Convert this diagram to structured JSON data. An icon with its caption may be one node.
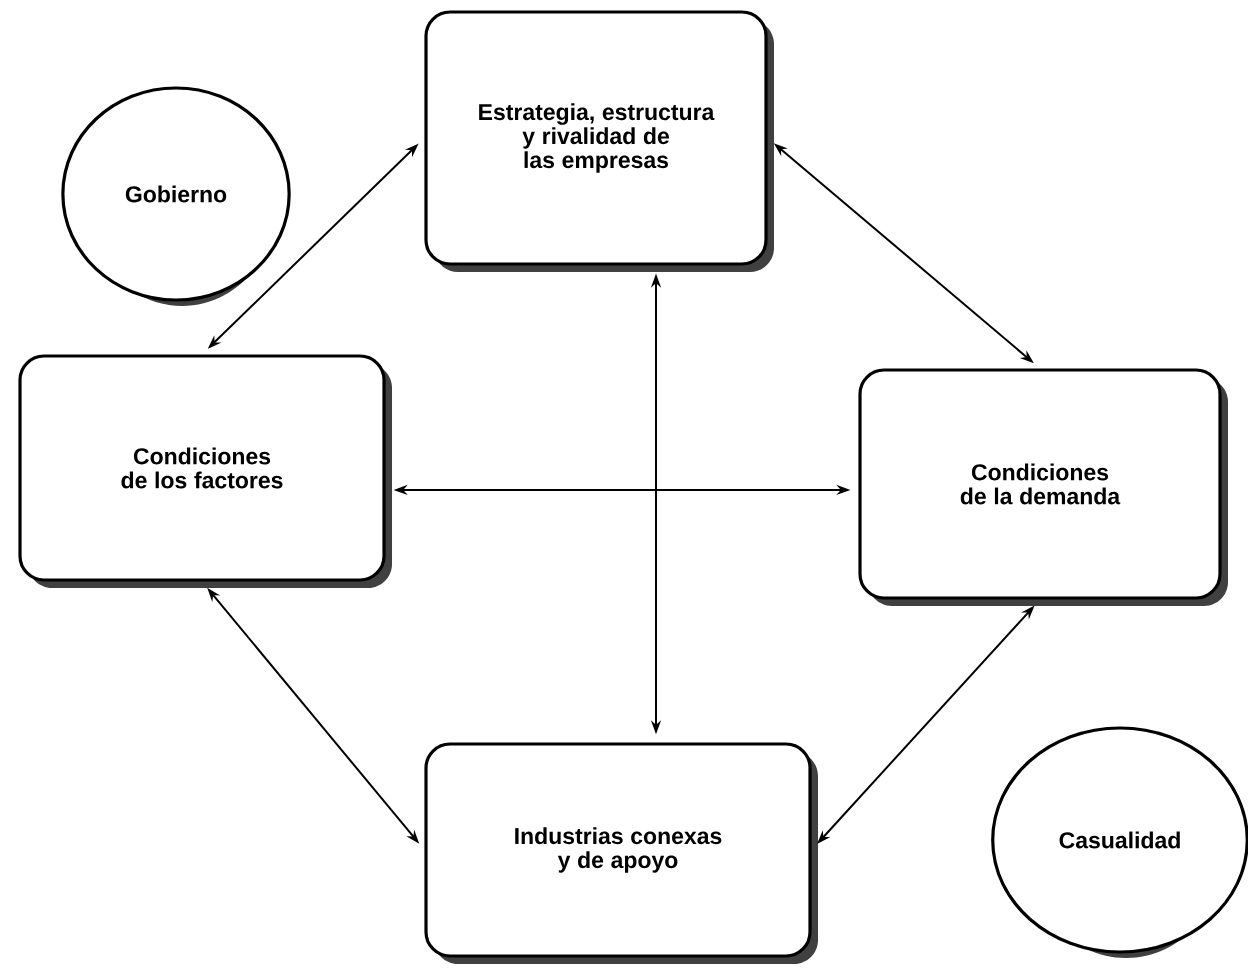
{
  "diagram": {
    "nodes": [
      {
        "text": [
          "Gobierno"
        ]
      },
      {
        "text": [
          "Estrategia, estructura y rivalidad de las empresas"
        ]
      },
      {
        "text": [
          "Condiciones de los factores"
        ]
      },
      {
        "text": [
          "Condiciones de la demanda"
        ]
      },
      {
        "text": [
          "Industrias conexas y de apoyo"
        ]
      },
      {
        "text": [
          "Casualidad"
        ]
      }
    ],
    "edges": [
      {
        "from": 1,
        "to": 2,
        "arrow": "both"
      },
      {
        "from": 1,
        "to": 3,
        "arrow": "both"
      },
      {
        "from": 1,
        "to": 4,
        "arrow": "both"
      },
      {
        "from": 2,
        "to": 3,
        "arrow": "both"
      },
      {
        "from": 2,
        "to": 4,
        "arrow": "both"
      },
      {
        "from": 3,
        "to": 4,
        "arrow": "both"
      }
    ]
  }
}
